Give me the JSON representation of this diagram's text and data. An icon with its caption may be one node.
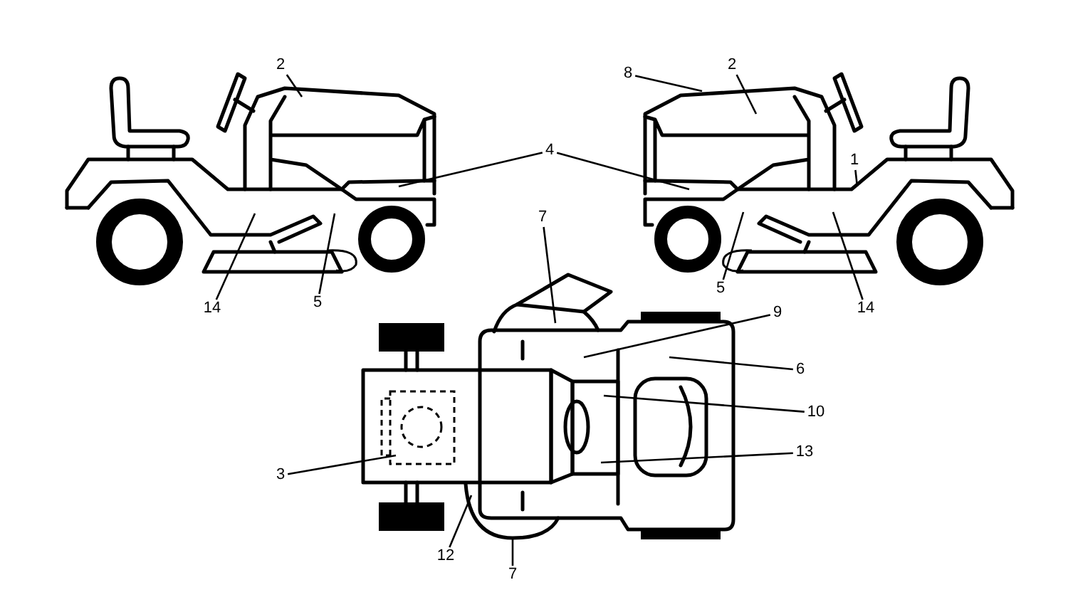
{
  "diagram": {
    "nodes": [
      {
        "text": [
          "2"
        ]
      },
      {
        "text": [
          "8"
        ]
      },
      {
        "text": [
          "2"
        ]
      },
      {
        "text": [
          "4"
        ]
      },
      {
        "text": [
          "1"
        ]
      },
      {
        "text": [
          "5"
        ]
      },
      {
        "text": [
          "7"
        ]
      },
      {
        "text": [
          "5"
        ]
      },
      {
        "text": [
          "14"
        ]
      },
      {
        "text": [
          "14"
        ]
      },
      {
        "text": [
          "9"
        ]
      },
      {
        "text": [
          "6"
        ]
      },
      {
        "text": [
          "10"
        ]
      },
      {
        "text": [
          "13"
        ]
      },
      {
        "text": [
          "3"
        ]
      },
      {
        "text": [
          "12"
        ]
      },
      {
        "text": [
          "7"
        ]
      }
    ],
    "edges": [
      {
        "from": 0,
        "to": null,
        "arrow": "none"
      },
      {
        "from": 1,
        "to": null,
        "arrow": "none"
      },
      {
        "from": 2,
        "to": null,
        "arrow": "none"
      },
      {
        "from": 3,
        "to": null,
        "arrow": "none"
      },
      {
        "from": 3,
        "to": null,
        "arrow": "none"
      },
      {
        "from": 4,
        "to": null,
        "arrow": "none"
      },
      {
        "from": 5,
        "to": null,
        "arrow": "none"
      },
      {
        "from": 6,
        "to": null,
        "arrow": "none"
      },
      {
        "from": 7,
        "to": null,
        "arrow": "none"
      },
      {
        "from": 8,
        "to": null,
        "arrow": "none"
      },
      {
        "from": 9,
        "to": null,
        "arrow": "none"
      },
      {
        "from": 10,
        "to": null,
        "arrow": "none"
      },
      {
        "from": 11,
        "to": null,
        "arrow": "none"
      },
      {
        "from": 12,
        "to": null,
        "arrow": "none"
      },
      {
        "from": 13,
        "to": null,
        "arrow": "none"
      },
      {
        "from": 14,
        "to": null,
        "arrow": "none"
      },
      {
        "from": 15,
        "to": null,
        "arrow": "none"
      },
      {
        "from": 16,
        "to": null,
        "arrow": "none"
      }
    ]
  }
}
